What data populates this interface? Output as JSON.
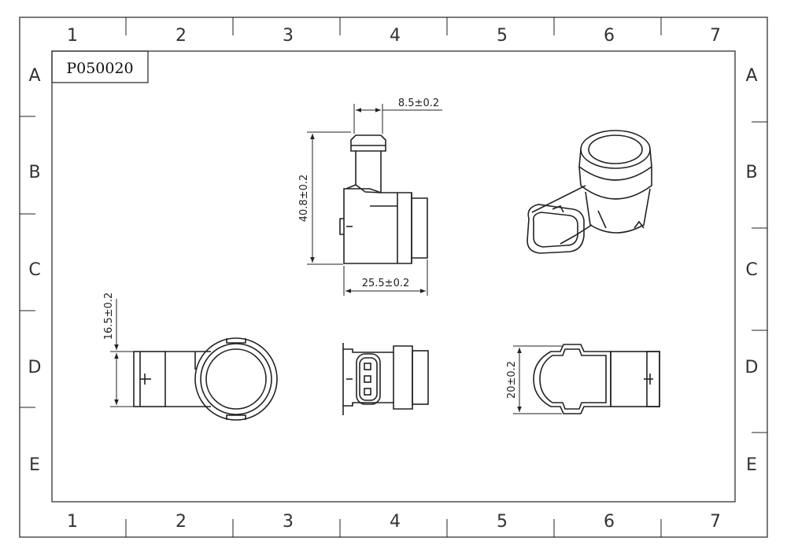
{
  "drawing": {
    "part_number": "P050020",
    "columns": [
      "1",
      "2",
      "3",
      "4",
      "5",
      "6",
      "7"
    ],
    "rows": [
      "A",
      "B",
      "C",
      "D",
      "E"
    ]
  },
  "dimensions": {
    "connector_width": "8.5±0.2",
    "overall_height": "40.8±0.2",
    "body_depth": "25.5±0.2",
    "head_height": "16.5±0.2",
    "body_width": "20±0.2"
  }
}
